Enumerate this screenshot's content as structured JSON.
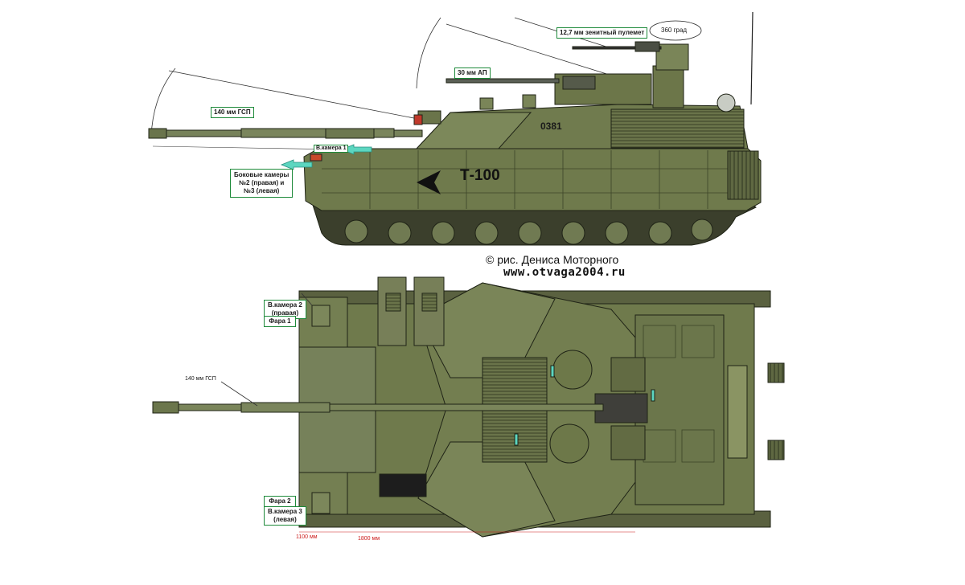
{
  "credit_line": "© рис. Дениса Моторного",
  "website": "www.otvaga2004.ru",
  "side_view": {
    "model_name": "Т-100",
    "turret_number": "0381",
    "labels": {
      "main_gun": "140 мм ГСП",
      "autocannon": "30 мм АП",
      "aa_mg": "12,7 мм зенитный пулемет",
      "rotation": "360 град",
      "camera_1": "В.камера 1",
      "side_cameras_line1": "Боковые камеры",
      "side_cameras_line2": "№2 (правая) и",
      "side_cameras_line3": "№3 (левая)"
    }
  },
  "top_view": {
    "labels": {
      "camera_2_line1": "В.камера 2",
      "camera_2_line2": "(правая)",
      "headlight_1": "Фара 1",
      "main_gun": "140 мм ГСП",
      "headlight_2": "Фара 2",
      "camera_3_line1": "В.камера 3",
      "camera_3_line2": "(левая)"
    },
    "dimensions": {
      "d1": "1100 мм",
      "d2": "1800 мм"
    }
  },
  "colors": {
    "armor": "#6f7a4c",
    "armor_light": "#838f5c",
    "armor_dark": "#4f5733",
    "outline": "#1f2316",
    "label_border": "#1e8a3a",
    "arrow": "#5cd6c0",
    "dim_red": "#cc1a1a"
  }
}
